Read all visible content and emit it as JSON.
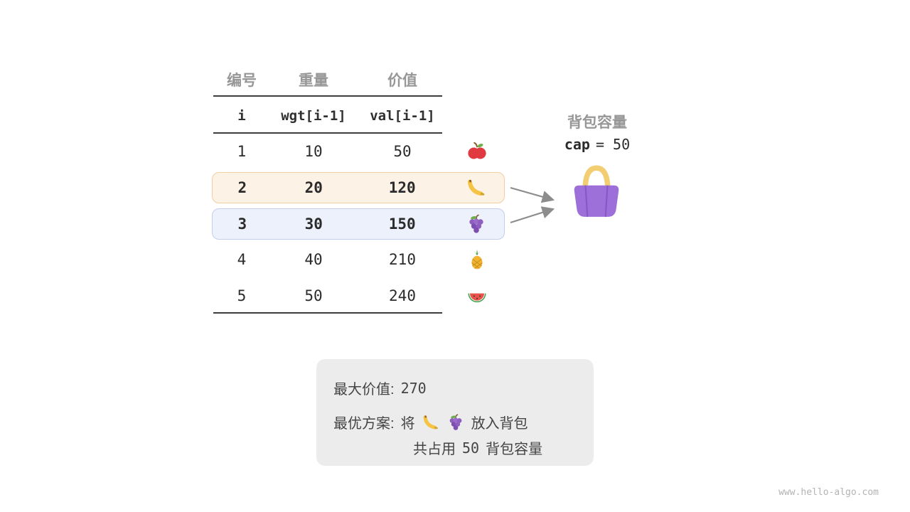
{
  "table": {
    "headers": {
      "id": "编号",
      "weight": "重量",
      "value": "价值"
    },
    "code_headers": {
      "id": "i",
      "weight": "wgt[i-1]",
      "value": "val[i-1]"
    },
    "rows": [
      {
        "i": "1",
        "wgt": "10",
        "val": "50",
        "fruit": "apple",
        "highlight": "none"
      },
      {
        "i": "2",
        "wgt": "20",
        "val": "120",
        "fruit": "banana",
        "highlight": "orange"
      },
      {
        "i": "3",
        "wgt": "30",
        "val": "150",
        "fruit": "grapes",
        "highlight": "blue"
      },
      {
        "i": "4",
        "wgt": "40",
        "val": "210",
        "fruit": "pineapple",
        "highlight": "none"
      },
      {
        "i": "5",
        "wgt": "50",
        "val": "240",
        "fruit": "watermelon",
        "highlight": "none"
      }
    ]
  },
  "knapsack": {
    "title": "背包容量",
    "cap_keyword": "cap",
    "cap_rest": "= 50",
    "bag_icon": "handbag-icon"
  },
  "result": {
    "max_value_label": "最大价值:",
    "max_value": "270",
    "plan_label": "最优方案:",
    "plan_prefix": "将",
    "plan_fruits": [
      "banana",
      "grapes"
    ],
    "plan_suffix": "放入背包",
    "used_prefix": "共占用",
    "used_value": "50",
    "used_suffix": "背包容量"
  },
  "watermark": "www.hello-algo.com",
  "colors": {
    "highlight_orange_bg": "#fdf2e6",
    "highlight_orange_border": "#f3cda4",
    "highlight_blue_bg": "#edf1fb",
    "highlight_blue_border": "#c3cdee",
    "bag_body": "#9d6fd8",
    "bag_handle": "#f2cd72",
    "rule_color": "#3d3d3d",
    "header_gray": "#979797",
    "arrow_gray": "#8c8c8c"
  }
}
